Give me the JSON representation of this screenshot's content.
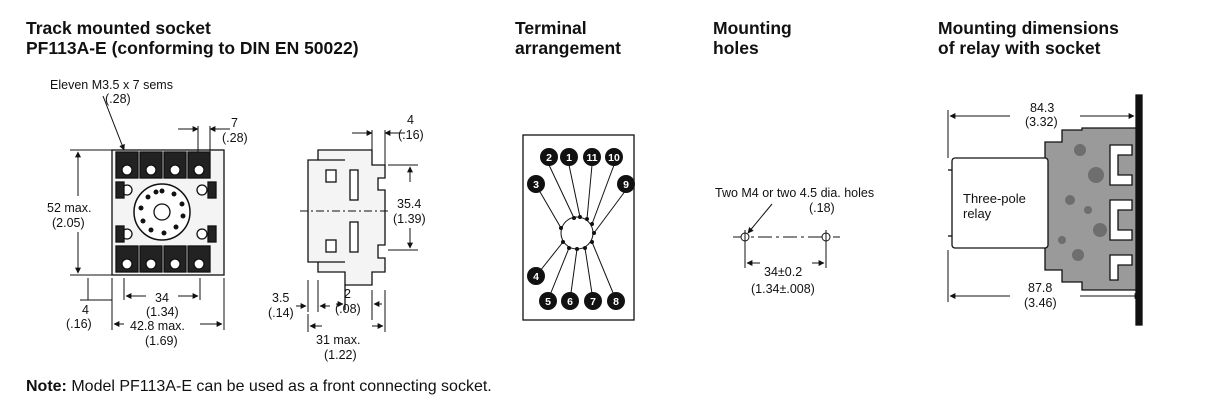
{
  "sections": {
    "socket": {
      "title_line1": "Track mounted socket",
      "title_line2": "PF113A-E (conforming to DIN EN 50022)",
      "screws_label": "Eleven M3.5 x 7 sems",
      "screws_label_in": "(.28)",
      "dim_7": "7",
      "dim_7_in": "(.28)",
      "dim_52max": "52 max.",
      "dim_52max_in": "(2.05)",
      "dim_34": "34",
      "dim_34_in": "(1.34)",
      "dim_42max": "42.8 max.",
      "dim_42max_in": "(1.69)",
      "dim_4_bottom": "4",
      "dim_4_bottom_in": "(.16)",
      "dim_4_top": "4",
      "dim_4_top_in": "(.16)",
      "dim_35": "35.4",
      "dim_35_in": "(1.39)",
      "dim_3_5": "3.5",
      "dim_3_5_in": "(.14)",
      "dim_2": "2",
      "dim_2_in": "(.08)",
      "dim_31max": "31 max.",
      "dim_31max_in": "(1.22)"
    },
    "terminal": {
      "title_line1": "Terminal",
      "title_line2": "arrangement",
      "pins": [
        "1",
        "2",
        "3",
        "4",
        "5",
        "6",
        "7",
        "8",
        "9",
        "10",
        "11"
      ]
    },
    "holes": {
      "title_line1": "Mounting",
      "title_line2": "holes",
      "holes_label": "Two M4 or two 4.5 dia. holes",
      "holes_label_in": "(.18)",
      "dim_34": "34±0.2",
      "dim_34_in": "(1.34±.008)"
    },
    "relay": {
      "title_line1": "Mounting dimensions",
      "title_line2": "of relay with socket",
      "dim_84": "84.3",
      "dim_84_in": "(3.32)",
      "relay_line1": "Three-pole",
      "relay_line2": "relay",
      "dim_87": "87.8",
      "dim_87_in": "(3.46)"
    }
  },
  "note": {
    "prefix": "Note:",
    "text": " Model PF113A-E can be used as a front connecting socket."
  }
}
